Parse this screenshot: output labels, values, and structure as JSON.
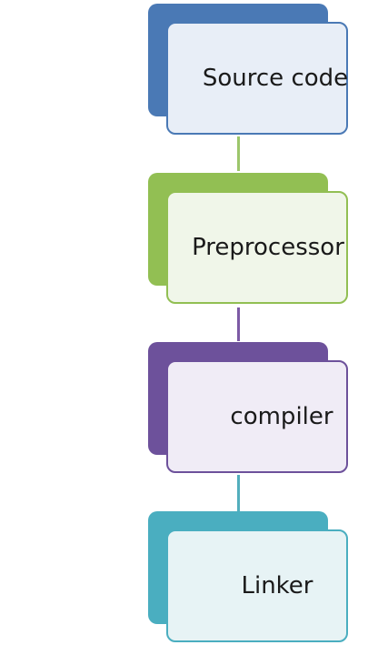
{
  "steps": [
    {
      "label": "Source code",
      "color": "#4a79b5",
      "fill": "#e8eef7"
    },
    {
      "label": "Preprocessor",
      "color": "#92bf53",
      "fill": "#f0f6e9"
    },
    {
      "label": "compiler",
      "color": "#6d519b",
      "fill": "#f0ecf6"
    },
    {
      "label": "Linker",
      "color": "#4aaec0",
      "fill": "#e7f3f5"
    }
  ],
  "connector_colors": [
    "#9cc66b",
    "#7d5aa5",
    "#52aebd"
  ]
}
